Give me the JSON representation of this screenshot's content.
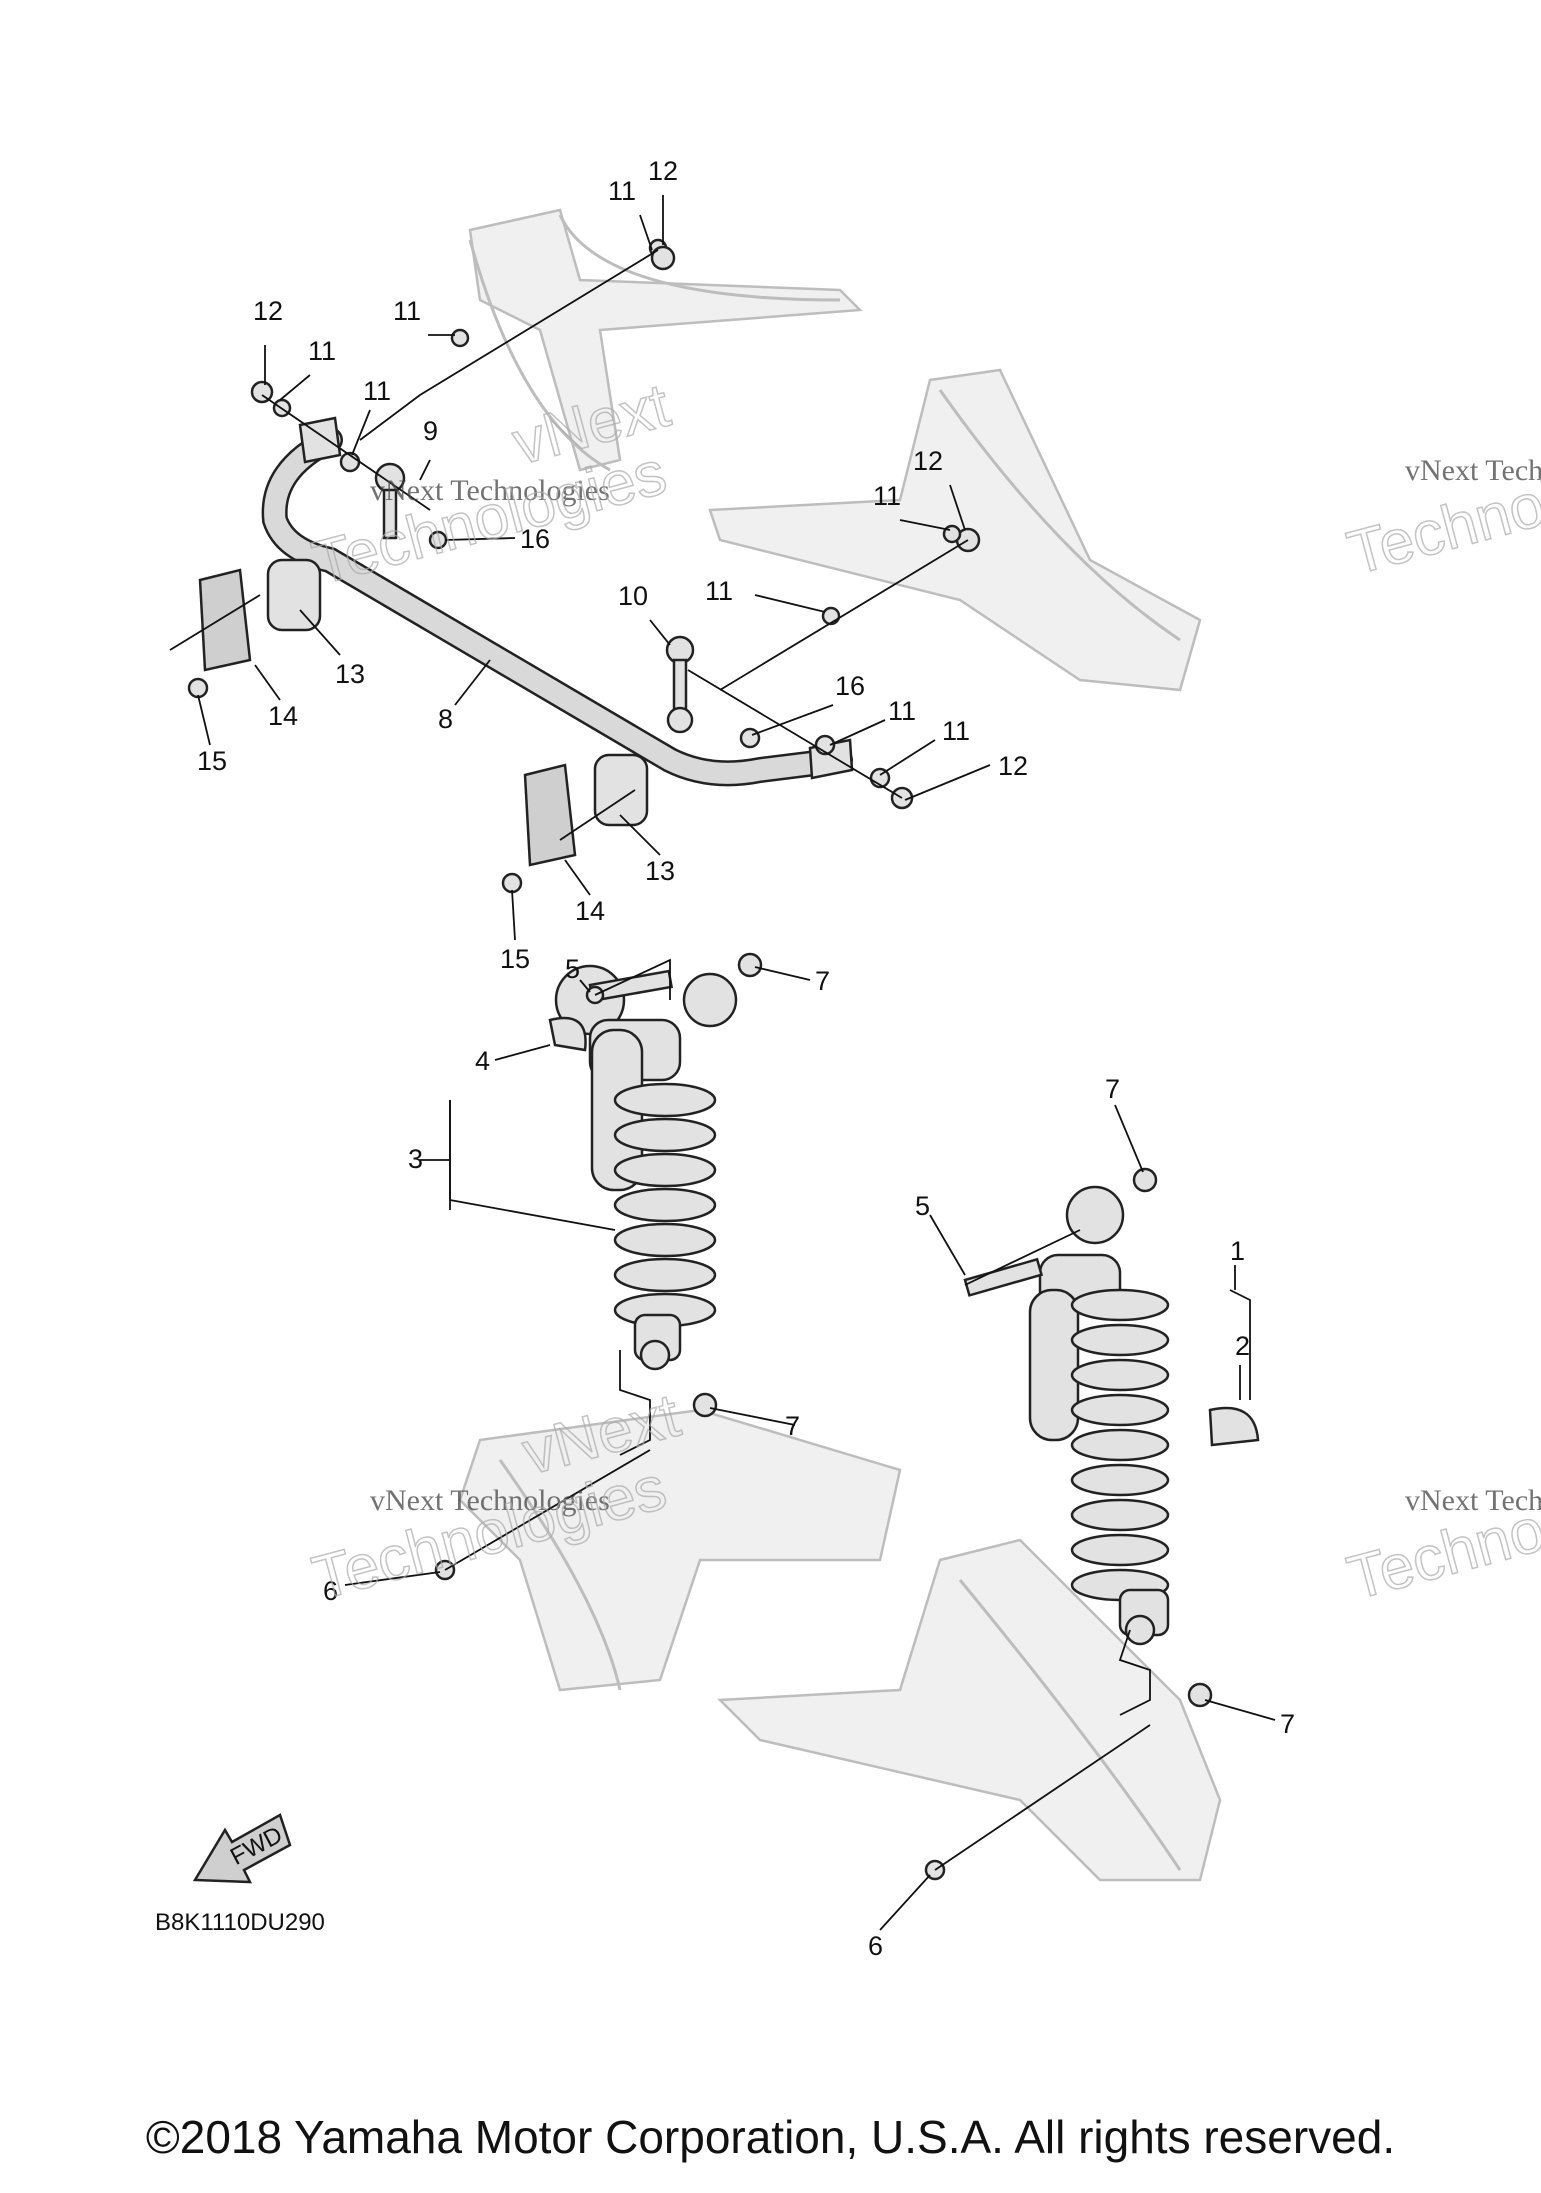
{
  "diagram_code": "B8K1110DU290",
  "fwd_label": "FWD",
  "copyright": "©2018 Yamaha Motor Corporation, U.S.A. All rights reserved.",
  "watermark": {
    "line1": "vNext Technologies",
    "line2": "vNext",
    "line3": "Technologies"
  },
  "callouts": [
    {
      "id": "c12a",
      "num": "12"
    },
    {
      "id": "c11a",
      "num": "11"
    },
    {
      "id": "c11b",
      "num": "11"
    },
    {
      "id": "c12b",
      "num": "12"
    },
    {
      "id": "c11c",
      "num": "11"
    },
    {
      "id": "c11d",
      "num": "11"
    },
    {
      "id": "c9",
      "num": "9"
    },
    {
      "id": "c16a",
      "num": "16"
    },
    {
      "id": "c12c",
      "num": "12"
    },
    {
      "id": "c11e",
      "num": "11"
    },
    {
      "id": "c11f",
      "num": "11"
    },
    {
      "id": "c10",
      "num": "10"
    },
    {
      "id": "c16b",
      "num": "16"
    },
    {
      "id": "c11g",
      "num": "11"
    },
    {
      "id": "c11h",
      "num": "11"
    },
    {
      "id": "c12d",
      "num": "12"
    },
    {
      "id": "c13a",
      "num": "13"
    },
    {
      "id": "c14a",
      "num": "14"
    },
    {
      "id": "c15a",
      "num": "15"
    },
    {
      "id": "c8",
      "num": "8"
    },
    {
      "id": "c13b",
      "num": "13"
    },
    {
      "id": "c14b",
      "num": "14"
    },
    {
      "id": "c15b",
      "num": "15"
    },
    {
      "id": "c5a",
      "num": "5"
    },
    {
      "id": "c7a",
      "num": "7"
    },
    {
      "id": "c4",
      "num": "4"
    },
    {
      "id": "c3",
      "num": "3"
    },
    {
      "id": "c7b",
      "num": "7"
    },
    {
      "id": "c5b",
      "num": "5"
    },
    {
      "id": "c1",
      "num": "1"
    },
    {
      "id": "c2",
      "num": "2"
    },
    {
      "id": "c7c",
      "num": "7"
    },
    {
      "id": "c6a",
      "num": "6"
    },
    {
      "id": "c7d",
      "num": "7"
    },
    {
      "id": "c6b",
      "num": "6"
    }
  ]
}
